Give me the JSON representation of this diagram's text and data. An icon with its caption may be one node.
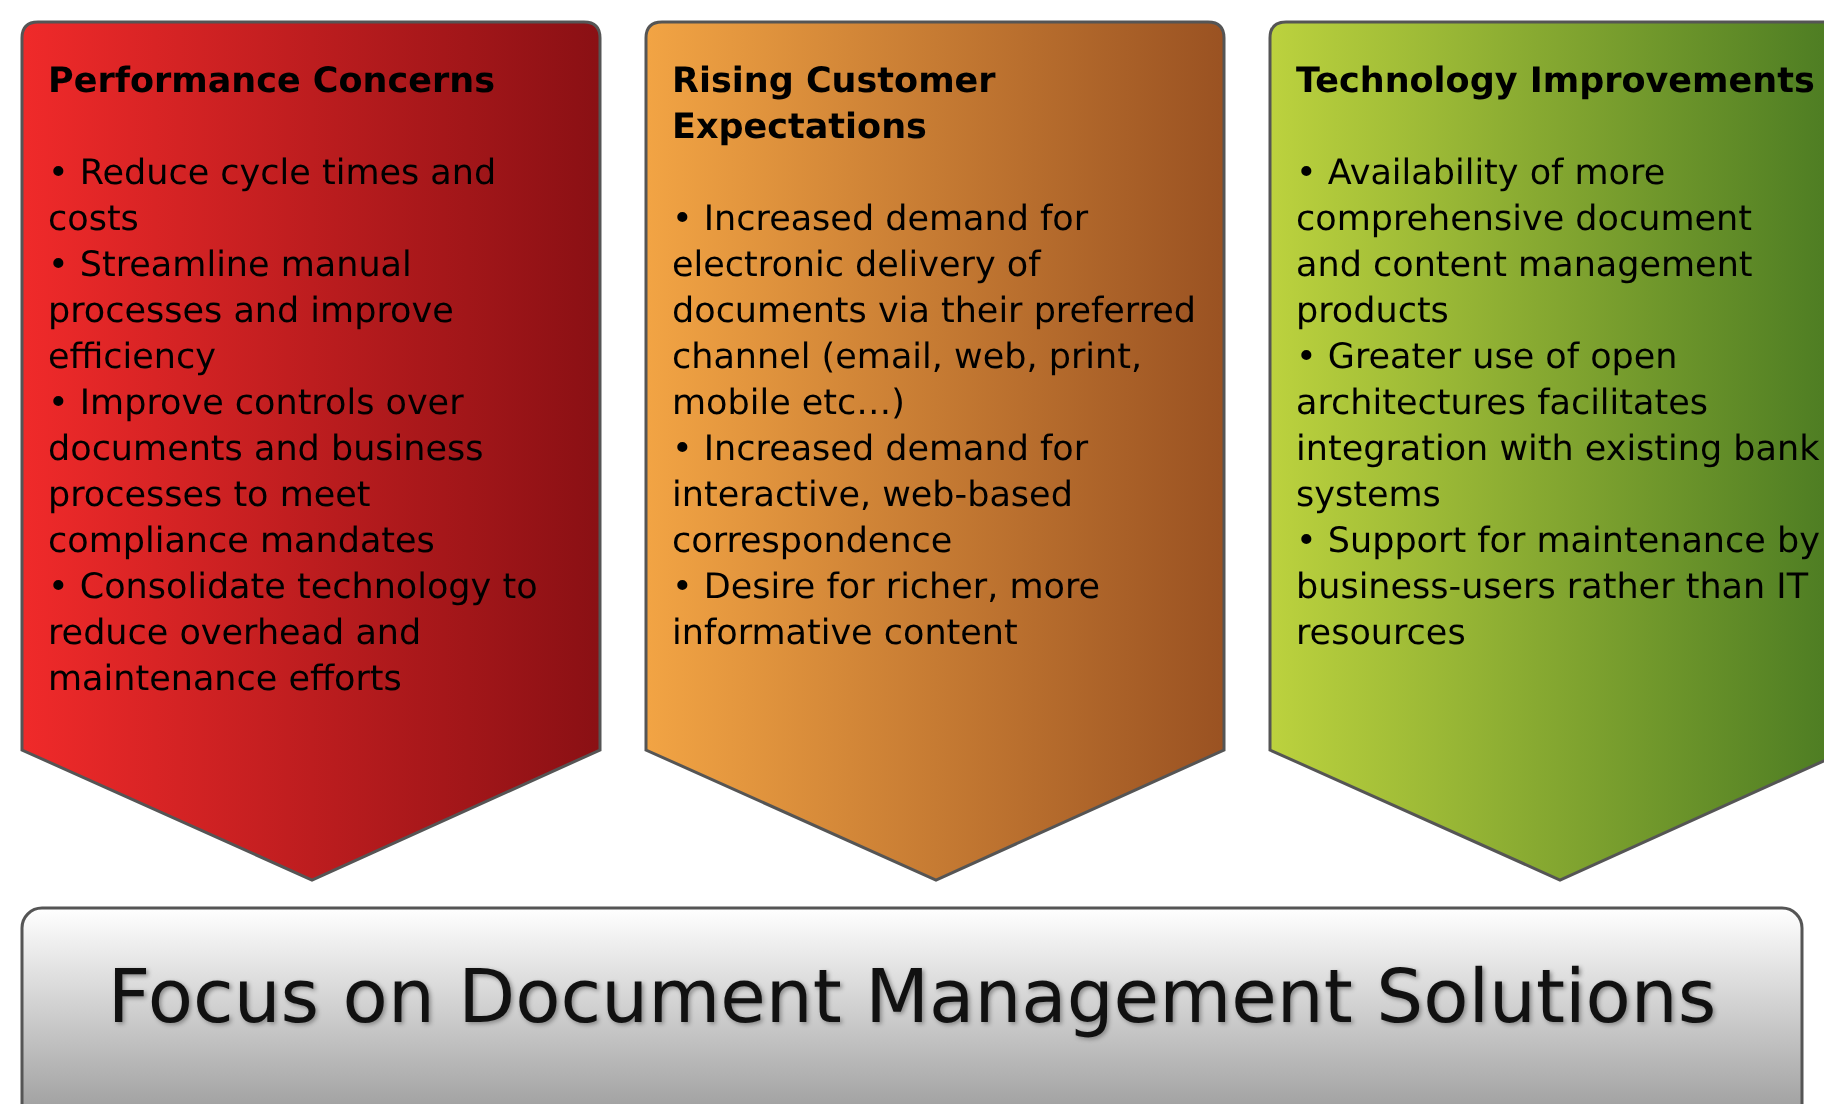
{
  "diagram": {
    "nodes": [
      {
        "text": [
          "Performance Concerns",
          "• Reduce cycle times and costs",
          "• Streamline manual processes and improve efficiency",
          "• Improve controls over documents and business processes to meet compliance mandates",
          "• Consolidate technology to reduce overhead and maintenance efforts"
        ]
      },
      {
        "text": [
          "Rising Customer Expectations",
          "• Increased demand for electronic delivery of documents via their preferred channel (email, web, print, mobile etc…)",
          "• Increased demand for interactive, web-based correspondence",
          "• Desire for richer, more informative content"
        ]
      },
      {
        "text": [
          "Technology Improvements",
          "• Availability of more comprehensive document and content management products",
          "• Greater use of open architectures facilitates integration with existing bank systems",
          "• Support for maintenance by business-users rather than IT resources"
        ]
      },
      {
        "text": [
          "Focus on Document Management Solutions"
        ]
      }
    ]
  }
}
